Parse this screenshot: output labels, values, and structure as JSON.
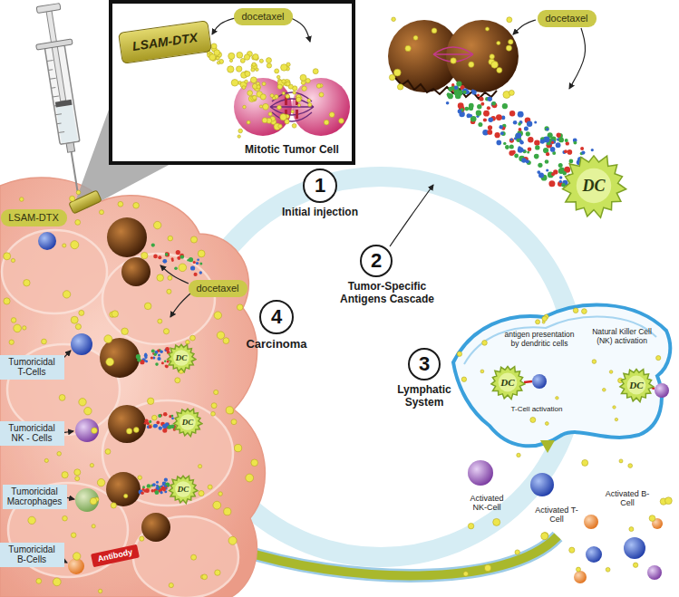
{
  "diagram": {
    "nodes": [
      {
        "text": [
          "docetaxel"
        ]
      },
      {
        "text": [
          "LSAM-DTX"
        ]
      },
      {
        "text": [
          "1",
          "Initial injection"
        ]
      },
      {
        "text": [
          "docetaxel"
        ]
      },
      {
        "text": [
          "2",
          "Tumor-Specific Antigens Cascade"
        ]
      },
      {
        "text": [
          "DC"
        ]
      },
      {
        "text": [
          "3",
          "Lymphatic System"
        ]
      },
      {
        "text": [
          "DC"
        ]
      },
      {
        "text": [
          "DC"
        ]
      },
      {
        "text": [
          "LSAM-DTX"
        ]
      },
      {
        "text": [
          "docetaxel"
        ]
      },
      {
        "text": [
          "4",
          "Carcinoma"
        ]
      },
      {
        "text": [
          "Tumoricidal T-Cells"
        ]
      },
      {
        "text": [
          "Tumoricidal NK - Cells"
        ]
      },
      {
        "text": [
          "Tumoricidal Macrophages"
        ]
      },
      {
        "text": [
          "Tumoricidal B-Cells"
        ]
      },
      {
        "text": [
          "Antibody"
        ]
      },
      {
        "text": [
          "DC"
        ]
      },
      {
        "text": [
          "DC"
        ]
      },
      {
        "text": [
          "DC"
        ]
      }
    ],
    "labels": [
      "Mitotic Tumor Cell",
      "antigen presentation by dendritic cells",
      "T-Cell activation",
      "Natural Killer Cell (NK) activation",
      "Activated NK-Cell",
      "Activated T-Cell",
      "Activated B-Cell"
    ]
  }
}
